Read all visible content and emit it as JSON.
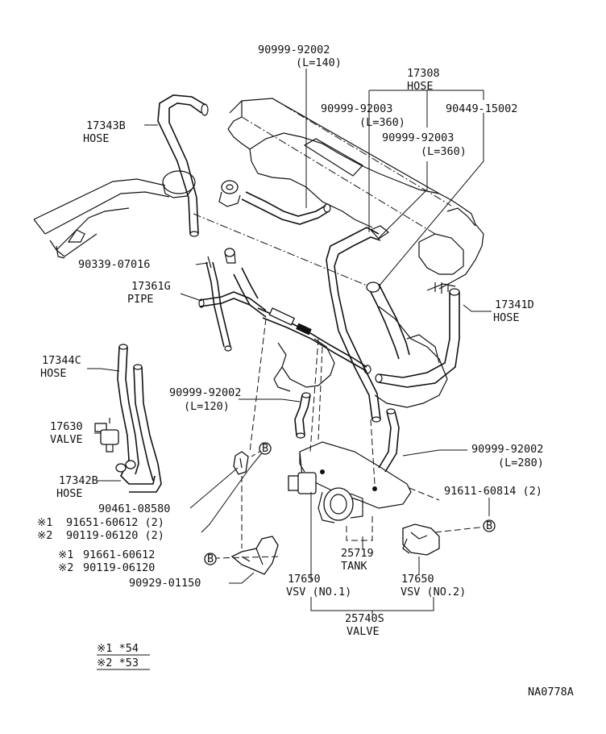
{
  "labels": {
    "hose_l140_part": "90999-92002",
    "hose_l140_len": "(L=140)",
    "hose_17308_part": "17308",
    "hose_17308_name": "HOSE",
    "hose_a_part": "90999-92003",
    "hose_a_len": "(L=360)",
    "clip_90449": "90449-15002",
    "hose_b_part": "90999-92003",
    "hose_b_len": "(L=360)",
    "hose_17343b_part": "17343B",
    "hose_17343b_name": "HOSE",
    "plug_90339": "90339-07016",
    "pipe_17361g_part": "17361G",
    "pipe_17361g_name": "PIPE",
    "hose_17341d_part": "17341D",
    "hose_17341d_name": "HOSE",
    "hose_17344c_part": "17344C",
    "hose_17344c_name": "HOSE",
    "hose_l120_part": "90999-92002",
    "hose_l120_len": "(L=120)",
    "valve_17630_part": "17630",
    "valve_17630_name": "VALVE",
    "hose_l280_part": "90999-92002",
    "hose_l280_len": "(L=280)",
    "hose_17342b_part": "17342B",
    "hose_17342b_name": "HOSE",
    "bolt_91611": "91611-60814 (2)",
    "clamp_90461": "90461-08580",
    "bolt_r1_mark": "※1",
    "bolt_r1_part": "91651-60612 (2)",
    "bolt_r2_mark": "※2",
    "bolt_r2_part": "90119-06120 (2)",
    "bolt_s1_mark": "※1",
    "bolt_s1_part": "91661-60612",
    "bolt_s2_mark": "※2",
    "bolt_s2_part": "90119-06120",
    "tank_25719_part": "25719",
    "tank_25719_name": "TANK",
    "clamp_90929": "90929-01150",
    "vsv1_part": "17650",
    "vsv1_name": "VSV (NO.1)",
    "vsv2_part": "17650",
    "vsv2_name": "VSV (NO.2)",
    "valve_25740s_part": "25740S",
    "valve_25740s_name": "VALVE",
    "note1": "※1 *54",
    "note2": "※2 *53",
    "figure_code": "NA0778A",
    "ref_marker": "B"
  }
}
